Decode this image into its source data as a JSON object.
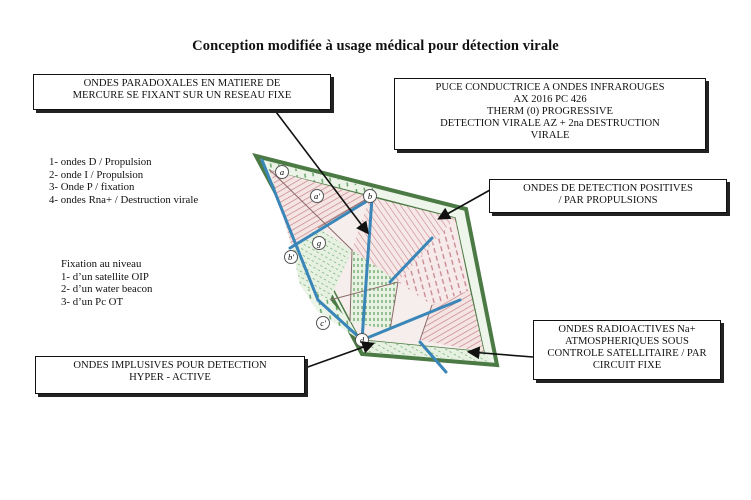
{
  "title": "Conception modifiée à usage médical pour détection virale",
  "boxes": {
    "paradoxal": [
      "ONDES PARADOXALES EN MATIERE DE",
      "MERCURE SE FIXANT SUR UN RESEAU FIXE"
    ],
    "puce": [
      "PUCE CONDUCTRICE A ONDES INFRAROUGES",
      "AX 2016 PC 426",
      "THERM (0) PROGRESSIVE",
      "DETECTION VIRALE AZ + 2na DESTRUCTION",
      "VIRALE"
    ],
    "detection": [
      "ONDES DE DETECTION POSITIVES",
      "/ PAR PROPULSIONS"
    ],
    "radioactive": [
      "ONDES RADIOACTIVES Na+",
      "ATMOSPHERIQUES SOUS",
      "CONTROLE SATELLITAIRE / PAR",
      "CIRCUIT FIXE"
    ],
    "implusive": [
      "ONDES IMPLUSIVES POUR DETECTION",
      "HYPER - ACTIVE"
    ]
  },
  "waves_list": [
    "1-  ondes D / Propulsion",
    "2-  onde I / Propulsion",
    "3-  Onde P / fixation",
    "4-  ondes Rna+ / Destruction virale"
  ],
  "fixation": {
    "heading": "Fixation au niveau",
    "items": [
      "1-  d’un satellite OIP",
      "2-  d’un water beacon",
      "3-  d’un Pc OT"
    ]
  },
  "circle_labels": [
    "a",
    "a'",
    "b",
    "b'",
    "c'",
    "d",
    "g"
  ],
  "colors": {
    "outline": "#4b7a45",
    "blue_line": "#3a86b8",
    "pink": "#c87f88",
    "green": "#6aa86a",
    "fill_pink": "#f3e6e3",
    "fill_green": "#e4f0e0"
  }
}
